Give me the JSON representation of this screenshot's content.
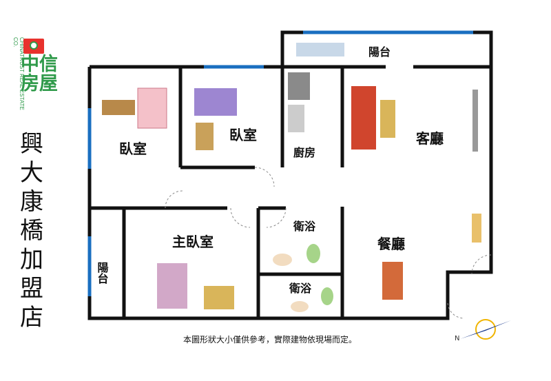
{
  "brand": {
    "name_zh": "中信房屋",
    "name_en": "CHINATRUST REAL ESTATE CO."
  },
  "store_name": "興大康橋加盟店",
  "rooms": {
    "bedroom_left": "臥室",
    "bedroom_mid": "臥室",
    "kitchen": "廚房",
    "living": "客廳",
    "balcony_top": "陽台",
    "bath_1": "衛浴",
    "master": "主臥室",
    "dining": "餐廳",
    "balcony_left": "陽台",
    "bath_2": "衛浴"
  },
  "disclaimer": "本圖形狀大小僅供參考，實際建物依現場而定。",
  "colors": {
    "wall": "#111111",
    "window": "#1a6fc0",
    "brand": "#2f9a4a",
    "brand_red": "#e8322d"
  }
}
